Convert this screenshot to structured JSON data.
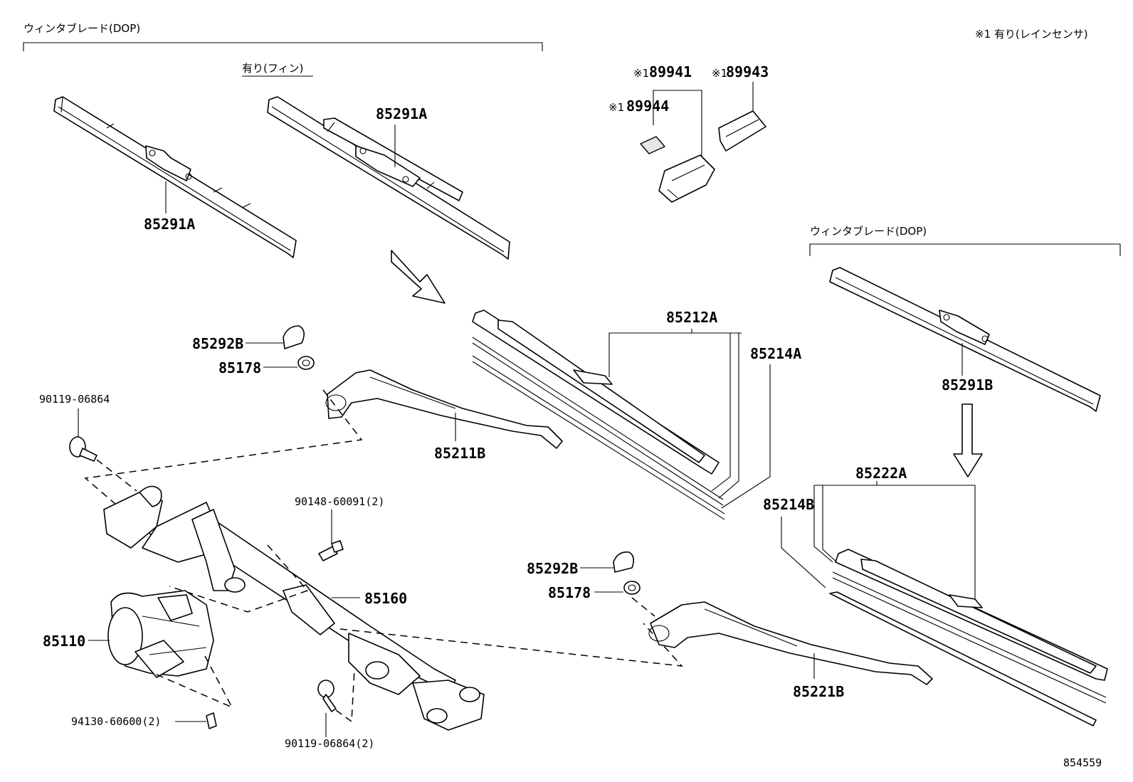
{
  "headers": {
    "wiper_blade_dop_left": "ウィンタブレード(DOP)",
    "wiper_blade_dop_right": "ウィンタブレード(DOP)",
    "with_fin": "有り(フィン)",
    "note_rain_sensor": "※1 有り(レインセンサ)"
  },
  "marks": {
    "note_mark": "※1"
  },
  "parts": {
    "p85291A_left": "85291A",
    "p85291A_right": "85291A",
    "p85291B": "85291B",
    "p89941": "89941",
    "p89943": "89943",
    "p89944": "89944",
    "p85212A": "85212A",
    "p85214A": "85214A",
    "p85292B_upper": "85292B",
    "p85178_upper": "85178",
    "p85211B": "85211B",
    "p90119_06864": "90119-06864",
    "p90148_60091": "90148-60091(2)",
    "p85160": "85160",
    "p85110": "85110",
    "p94130_60600": "94130-60600(2)",
    "p90119_06864_2": "90119-06864(2)",
    "p85222A": "85222A",
    "p85214B": "85214B",
    "p85292B_lower": "85292B",
    "p85178_lower": "85178",
    "p85221B": "85221B"
  },
  "diagram_id": "854559"
}
